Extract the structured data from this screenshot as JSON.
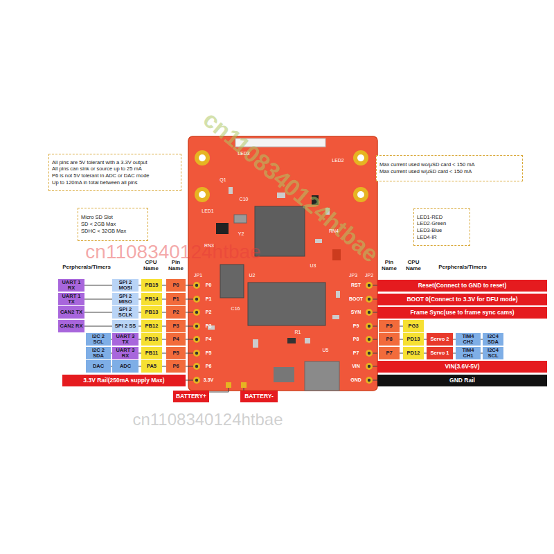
{
  "diagram": {
    "nodes": [
      {
        "text": [
          "All pins are 5V tolerant with a 3.3V output",
          "All pins can sink or source up to 25 mA",
          "P6 is not 5V tolerant in ADC or DAC mode",
          "Up to 120mA in total between all pins"
        ]
      },
      {
        "text": [
          "Max current used wo/µSD card < 150 mA",
          "Max current used w/µSD card < 150 mA"
        ]
      },
      {
        "text": [
          "Micro SD Slot",
          "SD < 2GB Max",
          "SDHC < 32GB Max"
        ]
      },
      {
        "text": [
          "LED1-RED",
          "LED2-Green",
          "LED3-Blue",
          "LED4-IR"
        ]
      },
      {
        "text": [
          "UART 1 RX"
        ]
      },
      {
        "text": [
          "SPI 2 MOSI"
        ]
      },
      {
        "text": [
          "PB15"
        ]
      },
      {
        "text": [
          "P0"
        ]
      },
      {
        "text": [
          "UART 1 TX"
        ]
      },
      {
        "text": [
          "SPI 2 MISO"
        ]
      },
      {
        "text": [
          "PB14"
        ]
      },
      {
        "text": [
          "P1"
        ]
      },
      {
        "text": [
          "CAN2 TX"
        ]
      },
      {
        "text": [
          "SPI 2 SCLK"
        ]
      },
      {
        "text": [
          "PB13"
        ]
      },
      {
        "text": [
          "P2"
        ]
      },
      {
        "text": [
          "CAN2 RX"
        ]
      },
      {
        "text": [
          "SPI 2 SS"
        ]
      },
      {
        "text": [
          "PB12"
        ]
      },
      {
        "text": [
          "P3"
        ]
      },
      {
        "text": [
          "I2C 2 SCL"
        ]
      },
      {
        "text": [
          "UART 3 TX"
        ]
      },
      {
        "text": [
          "PB10"
        ]
      },
      {
        "text": [
          "P4"
        ]
      },
      {
        "text": [
          "I2C 2 SDA"
        ]
      },
      {
        "text": [
          "UART 3 RX"
        ]
      },
      {
        "text": [
          "PB11"
        ]
      },
      {
        "text": [
          "P5"
        ]
      },
      {
        "text": [
          "DAC"
        ]
      },
      {
        "text": [
          "ADC"
        ]
      },
      {
        "text": [
          "PA5"
        ]
      },
      {
        "text": [
          "P6"
        ]
      },
      {
        "text": [
          "3.3V Rail(250mA supply Max)"
        ]
      },
      {
        "text": [
          "Reset(Connect to GND to reset)"
        ]
      },
      {
        "text": [
          "BOOT 0(Connect to 3.3V for DFU mode)"
        ]
      },
      {
        "text": [
          "Frame Sync(use to frame sync cams)"
        ]
      },
      {
        "text": [
          "P9"
        ]
      },
      {
        "text": [
          "PG3"
        ]
      },
      {
        "text": [
          "P8"
        ]
      },
      {
        "text": [
          "PD13"
        ]
      },
      {
        "text": [
          "Servo 2"
        ]
      },
      {
        "text": [
          "TIM4 CH2"
        ]
      },
      {
        "text": [
          "I2C4 SDA"
        ]
      },
      {
        "text": [
          "P7"
        ]
      },
      {
        "text": [
          "PD12"
        ]
      },
      {
        "text": [
          "Servo 1"
        ]
      },
      {
        "text": [
          "TIM4 CH1"
        ]
      },
      {
        "text": [
          "I2C4 SCL"
        ]
      },
      {
        "text": [
          "VIN(3.6V-5V)"
        ]
      },
      {
        "text": [
          "GND Rail"
        ]
      },
      {
        "text": [
          "BATTERY+"
        ]
      },
      {
        "text": [
          "BATTERY-"
        ]
      }
    ],
    "edges": [
      {
        "from": 4,
        "to": 5,
        "arrow": "none"
      },
      {
        "from": 5,
        "to": 6,
        "arrow": "none"
      },
      {
        "from": 6,
        "to": 7,
        "arrow": "none"
      },
      {
        "from": 8,
        "to": 9,
        "arrow": "none"
      },
      {
        "from": 9,
        "to": 10,
        "arrow": "none"
      },
      {
        "from": 10,
        "to": 11,
        "arrow": "none"
      },
      {
        "from": 12,
        "to": 13,
        "arrow": "none"
      },
      {
        "from": 13,
        "to": 14,
        "arrow": "none"
      },
      {
        "from": 14,
        "to": 15,
        "arrow": "none"
      },
      {
        "from": 16,
        "to": 17,
        "arrow": "none"
      },
      {
        "from": 17,
        "to": 18,
        "arrow": "none"
      },
      {
        "from": 18,
        "to": 19,
        "arrow": "none"
      },
      {
        "from": 20,
        "to": 21,
        "arrow": "none"
      },
      {
        "from": 21,
        "to": 22,
        "arrow": "none"
      },
      {
        "from": 22,
        "to": 23,
        "arrow": "none"
      },
      {
        "from": 24,
        "to": 25,
        "arrow": "none"
      },
      {
        "from": 25,
        "to": 26,
        "arrow": "none"
      },
      {
        "from": 26,
        "to": 27,
        "arrow": "none"
      },
      {
        "from": 28,
        "to": 29,
        "arrow": "none"
      },
      {
        "from": 29,
        "to": 30,
        "arrow": "none"
      },
      {
        "from": 30,
        "to": 31,
        "arrow": "none"
      },
      {
        "from": 36,
        "to": 37,
        "arrow": "none"
      },
      {
        "from": 38,
        "to": 39,
        "arrow": "none"
      },
      {
        "from": 39,
        "to": 40,
        "arrow": "none"
      },
      {
        "from": 40,
        "to": 41,
        "arrow": "none"
      },
      {
        "from": 41,
        "to": 42,
        "arrow": "none"
      },
      {
        "from": 43,
        "to": 44,
        "arrow": "none"
      },
      {
        "from": 44,
        "to": 45,
        "arrow": "none"
      },
      {
        "from": 45,
        "to": 46,
        "arrow": "none"
      },
      {
        "from": 46,
        "to": 47,
        "arrow": "none"
      }
    ],
    "labels": [
      "Perpherals/Timers",
      "CPU Name",
      "Pin Name",
      "Pin Name",
      "CPU Name",
      "Perpherals/Timers",
      "LED1",
      "LED2",
      "LED3",
      "Q1",
      "C10",
      "Y2",
      "U2",
      "U3",
      "RN3",
      "RN4",
      "C16",
      "R1",
      "U5",
      "JP1",
      "JP2",
      "JP3",
      "P0",
      "P1",
      "P2",
      "P3",
      "P4",
      "P5",
      "P6",
      "3.3V",
      "RST",
      "BOOT",
      "SYN",
      "P9",
      "P8",
      "P7",
      "VIN",
      "GND",
      "cn1108340124htbae",
      "cn1108340124htbae",
      "cn1108340124htbae"
    ]
  }
}
